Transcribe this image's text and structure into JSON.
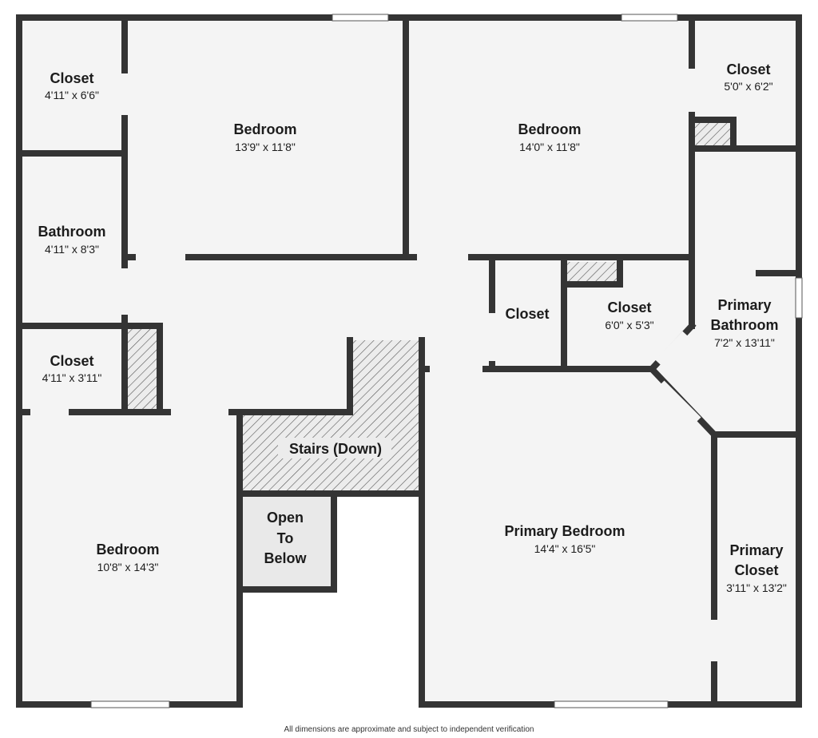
{
  "rooms": {
    "closet_tl": {
      "name": "Closet",
      "dim": "4'11\" x 6'6\""
    },
    "bedroom_1": {
      "name": "Bedroom",
      "dim": "13'9\" x 11'8\""
    },
    "bedroom_2": {
      "name": "Bedroom",
      "dim": "14'0\" x 11'8\""
    },
    "closet_tr": {
      "name": "Closet",
      "dim": "5'0\" x 6'2\""
    },
    "bathroom": {
      "name": "Bathroom",
      "dim": "4'11\" x 8'3\""
    },
    "closet_mid": {
      "name": "Closet"
    },
    "closet_mid2": {
      "name": "Closet",
      "dim": "6'0\" x 5'3\""
    },
    "primary_bathroom": {
      "name1": "Primary",
      "name2": "Bathroom",
      "dim": "7'2\" x 13'11\""
    },
    "closet_l": {
      "name": "Closet",
      "dim": "4'11\" x 3'11\""
    },
    "stairs": {
      "name": "Stairs (Down)"
    },
    "bedroom_3": {
      "name": "Bedroom",
      "dim": "10'8\" x 14'3\""
    },
    "open_below": {
      "line1": "Open",
      "line2": "To",
      "line3": "Below"
    },
    "primary_bedroom": {
      "name": "Primary Bedroom",
      "dim": "14'4\" x 16'5\""
    },
    "primary_closet": {
      "name1": "Primary",
      "name2": "Closet",
      "dim": "3'11\" x 13'2\""
    }
  },
  "footer": "All dimensions are approximate and subject to independent verification"
}
